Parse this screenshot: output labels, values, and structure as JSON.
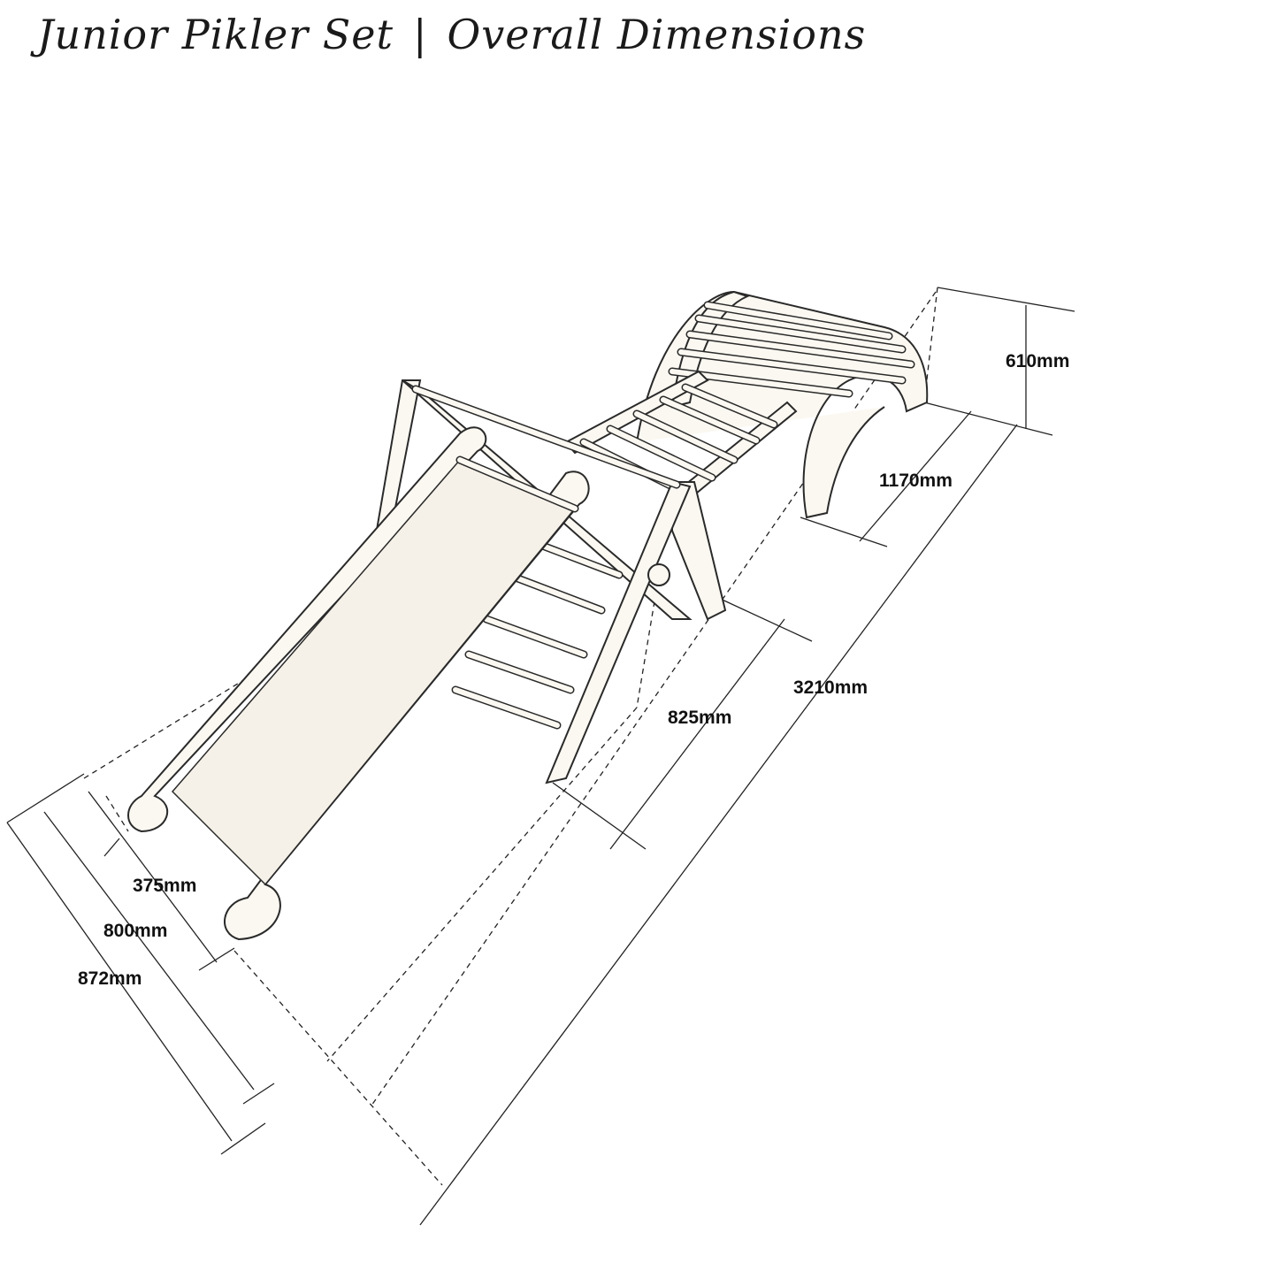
{
  "title": {
    "product": "Junior Pikler Set",
    "separator": "|",
    "subtitle": "Overall Dimensions"
  },
  "dimensions": {
    "height": "610mm",
    "arch_length": "1170mm",
    "total_length": "3210mm",
    "triangle_length": "825mm",
    "slide_width": "375mm",
    "triangle_width": "800mm",
    "overall_width": "872mm"
  }
}
